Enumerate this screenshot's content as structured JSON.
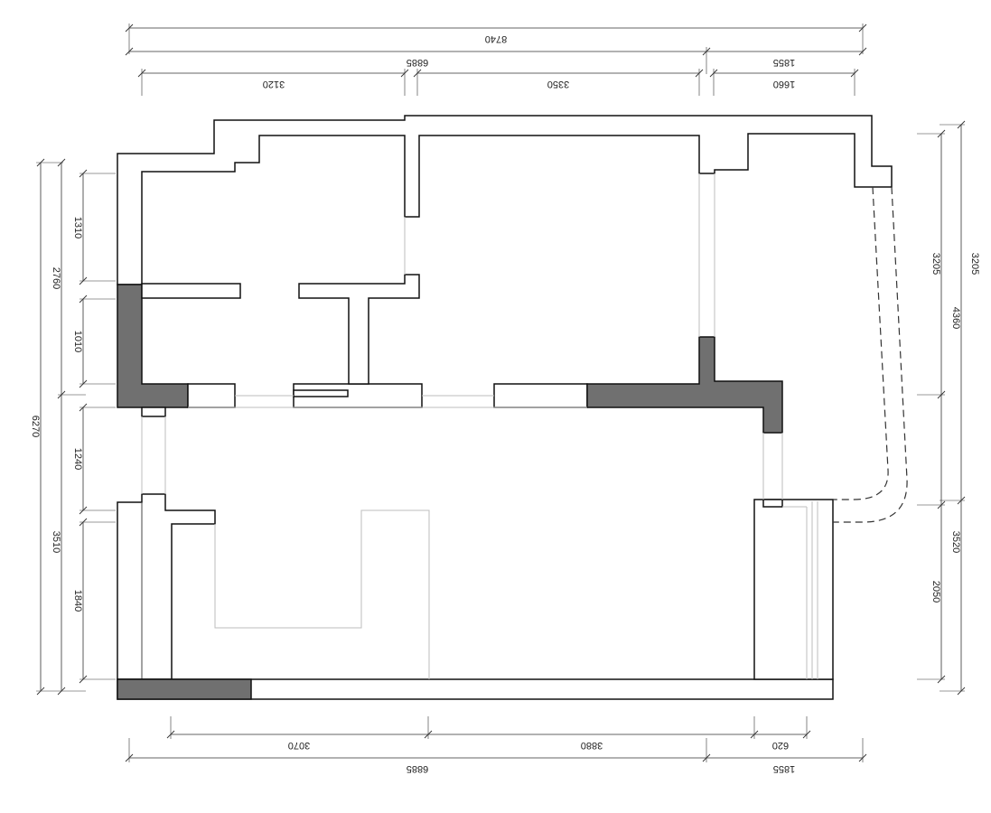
{
  "dimensions": {
    "top": {
      "overall": "8740",
      "left_block": "6885",
      "right_block": "1855",
      "room_a": "3120",
      "room_b": "3350",
      "room_c": "1660"
    },
    "bottom": {
      "left_block": "6885",
      "right_block": "1855",
      "seg_a": "3070",
      "seg_b": "3880",
      "seg_c": "620"
    },
    "left": {
      "overall": "6270",
      "upper": "2760",
      "lower": "3510",
      "seg_1310": "1310",
      "seg_1010": "1010",
      "seg_1240": "1240",
      "seg_1840": "1840"
    },
    "right": {
      "upper": "4360",
      "lower": "3520",
      "seg_3205": "3205",
      "seg_2050": "2050"
    }
  },
  "colors": {
    "wall_fill": "#ffffff",
    "bearing_wall_fill": "#707070",
    "line": "#111111"
  }
}
